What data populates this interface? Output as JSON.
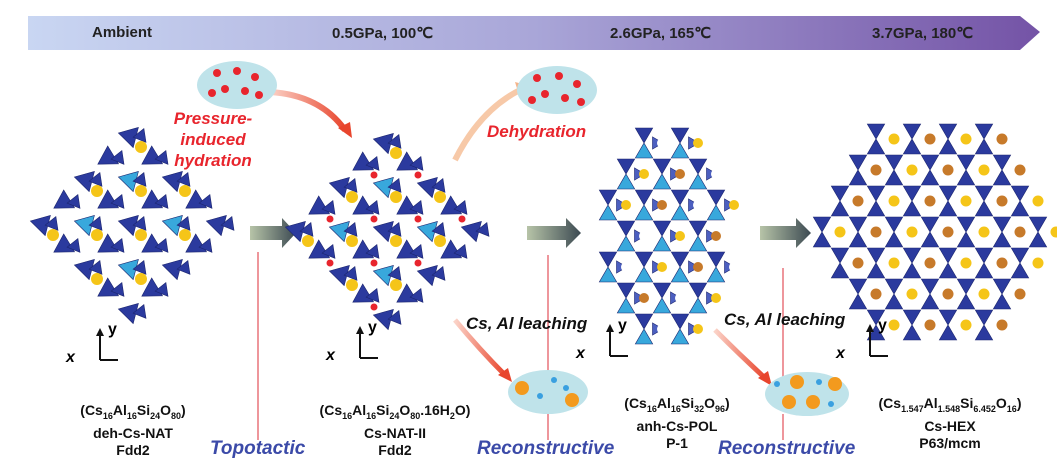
{
  "stages": [
    "Ambient",
    "0.5GPa, 100℃",
    "2.6GPa, 165℃",
    "3.7GPa, 180℃"
  ],
  "transitions": {
    "hydration": "Pressure-induced hydration",
    "dehydration": "Dehydration",
    "leaching_1": "Cs, Al leaching",
    "leaching_2": "Cs, Al leaching"
  },
  "processes": [
    "Topotactic",
    "Reconstructive",
    "Reconstructive"
  ],
  "phases": [
    {
      "formula": "(Cs16Al16Si24O80)",
      "name": "deh-Cs-NAT",
      "space_group": "Fdd2"
    },
    {
      "formula": "(Cs16Al16Si24O80.16H2O)",
      "name": "Cs-NAT-II",
      "space_group": "Fdd2"
    },
    {
      "formula": "(Cs16Al16Si32O96)",
      "name": "anh-Cs-POL",
      "space_group": "P-1"
    },
    {
      "formula": "(Cs1.547Al1.548Si6.452O16)",
      "name": "Cs-HEX",
      "space_group": "P63/mcm"
    }
  ],
  "axes": {
    "x": "x",
    "y": "y"
  },
  "colors": {
    "dark_tetra": "#2b3a9e",
    "light_tetra": "#38a8dc",
    "cs": "#f5c518",
    "water": "#e8252d",
    "cloud": "#bfe3ea"
  }
}
